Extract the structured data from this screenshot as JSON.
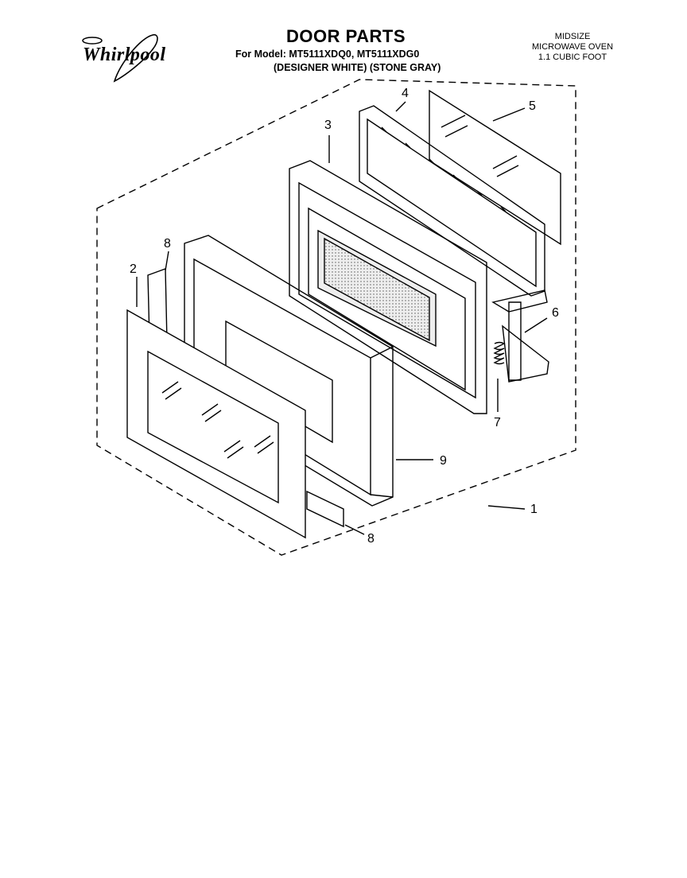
{
  "brand": {
    "logo_text": "Whirlpool"
  },
  "header": {
    "title": "DOOR PARTS",
    "model_line": "For Model: MT5111XDQ0, MT5111XDG0",
    "color_line": "(DESIGNER WHITE) (STONE GRAY)"
  },
  "product": {
    "line1": "MIDSIZE",
    "line2": "MICROWAVE OVEN",
    "line3": "1.1 CUBIC FOOT"
  },
  "callouts": [
    "1",
    "2",
    "3",
    "4",
    "5",
    "6",
    "7",
    "8",
    "8",
    "9"
  ]
}
